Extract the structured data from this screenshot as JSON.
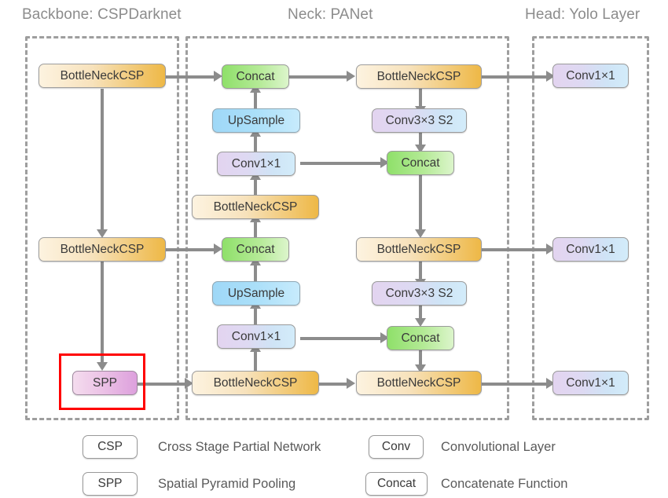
{
  "diagram": {
    "title_backbone": "Backbone: CSPDarknet",
    "title_neck": "Neck: PANet",
    "title_head": "Head: Yolo Layer"
  },
  "colors": {
    "csp": "#eeb846",
    "spp": "#dda0dd",
    "concat": "#8fe06a",
    "conv": "#d9d8f3",
    "upsample": "#9fd8f7",
    "connector": "#8c8c8c",
    "group_border": "#9e9e9e",
    "highlight": "#ff0000",
    "title_text": "#8c8c8c"
  },
  "backbone": {
    "nodes": [
      {
        "id": "bb-csp-1",
        "label": "BottleNeckCSP",
        "type": "csp"
      },
      {
        "id": "bb-csp-2",
        "label": "BottleNeckCSP",
        "type": "csp"
      },
      {
        "id": "bb-spp",
        "label": "SPP",
        "type": "spp"
      }
    ]
  },
  "neck": {
    "col_left": [
      {
        "id": "nk-concat-1",
        "label": "Concat",
        "type": "concat"
      },
      {
        "id": "nk-upsample-1",
        "label": "UpSample",
        "type": "upsample"
      },
      {
        "id": "nk-conv-1",
        "label": "Conv1×1",
        "type": "conv"
      },
      {
        "id": "nk-csp-1",
        "label": "BottleNeckCSP",
        "type": "csp"
      },
      {
        "id": "nk-concat-2",
        "label": "Concat",
        "type": "concat"
      },
      {
        "id": "nk-upsample-2",
        "label": "UpSample",
        "type": "upsample"
      },
      {
        "id": "nk-conv-2",
        "label": "Conv1×1",
        "type": "conv"
      },
      {
        "id": "nk-csp-2",
        "label": "BottleNeckCSP",
        "type": "csp"
      }
    ],
    "col_right": [
      {
        "id": "nk-csp-3",
        "label": "BottleNeckCSP",
        "type": "csp"
      },
      {
        "id": "nk-conv3-1",
        "label": "Conv3×3 S2",
        "type": "conv"
      },
      {
        "id": "nk-concat-3",
        "label": "Concat",
        "type": "concat"
      },
      {
        "id": "nk-csp-4",
        "label": "BottleNeckCSP",
        "type": "csp"
      },
      {
        "id": "nk-conv3-2",
        "label": "Conv3×3 S2",
        "type": "conv"
      },
      {
        "id": "nk-concat-4",
        "label": "Concat",
        "type": "concat"
      },
      {
        "id": "nk-csp-5",
        "label": "BottleNeckCSP",
        "type": "csp"
      }
    ]
  },
  "head": {
    "nodes": [
      {
        "id": "hd-conv-1",
        "label": "Conv1×1",
        "type": "conv"
      },
      {
        "id": "hd-conv-2",
        "label": "Conv1×1",
        "type": "conv"
      },
      {
        "id": "hd-conv-3",
        "label": "Conv1×1",
        "type": "conv"
      }
    ]
  },
  "legend": {
    "items": [
      {
        "swatch": "CSP",
        "type": "csp",
        "description": "Cross Stage Partial Network"
      },
      {
        "swatch": "SPP",
        "type": "spp",
        "description": "Spatial Pyramid Pooling"
      },
      {
        "swatch": "Conv",
        "type": "conv",
        "description": "Convolutional Layer"
      },
      {
        "swatch": "Concat",
        "type": "concat",
        "description": "Concatenate Function"
      }
    ]
  }
}
